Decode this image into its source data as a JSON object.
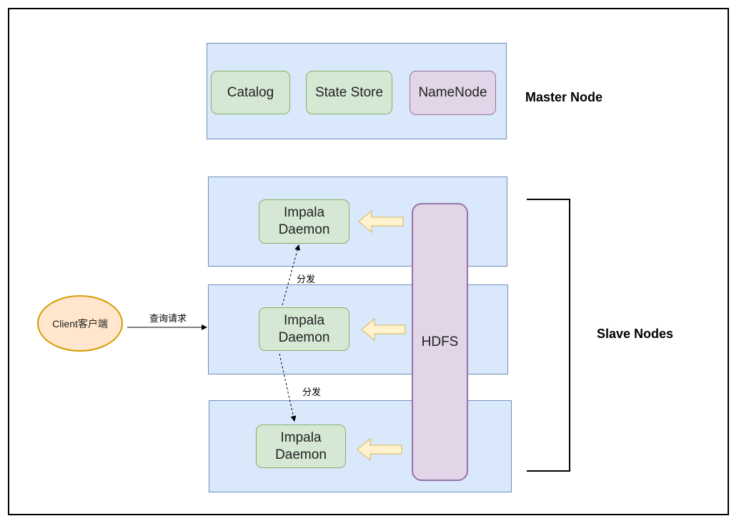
{
  "master": {
    "title": "Master Node",
    "components": [
      {
        "label": "Catalog"
      },
      {
        "label": "State Store"
      },
      {
        "label": "NameNode"
      }
    ]
  },
  "slaves": {
    "title": "Slave Nodes",
    "daemons": [
      {
        "label_line1": "Impala",
        "label_line2": "Daemon"
      },
      {
        "label_line1": "Impala",
        "label_line2": "Daemon"
      },
      {
        "label_line1": "Impala",
        "label_line2": "Daemon"
      }
    ],
    "hdfs": "HDFS"
  },
  "client": {
    "label": "Client客户端",
    "request_label": "查询请求"
  },
  "dispatch_labels": [
    "分发",
    "分发"
  ],
  "colors": {
    "panel_fill": "#dae8fc",
    "panel_stroke": "#6c8ebf",
    "green_fill": "#d5e8d4",
    "green_stroke": "#82b366",
    "purple_fill": "#e1d5e7",
    "purple_stroke": "#9673a6",
    "client_fill": "#ffe6cc",
    "client_stroke": "#d79b00",
    "arrow_fill": "#fff2cc",
    "arrow_stroke": "#d6b656"
  }
}
